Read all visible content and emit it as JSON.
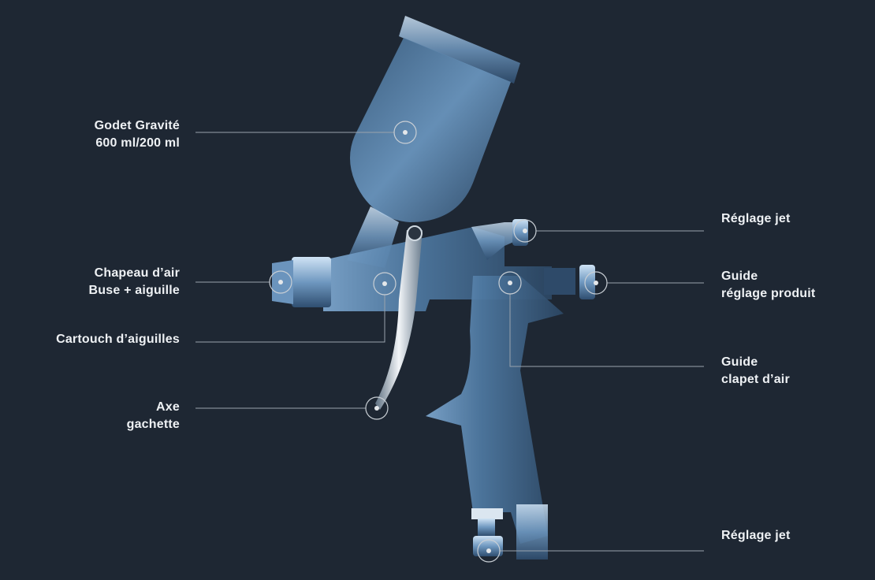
{
  "colors": {
    "background": "#1e2733",
    "text": "#eef1f4",
    "leader": "#9aa3ad",
    "gun": "#5b86b0"
  },
  "callouts": {
    "godet": {
      "line1": "Godet Gravité",
      "line2": "600 ml/200 ml"
    },
    "chapeau": {
      "line1": "Chapeau d’air",
      "line2": "Buse + aiguille"
    },
    "cartouch": {
      "line1": "Cartouch d’aiguilles"
    },
    "axe": {
      "line1": "Axe",
      "line2": "gachette"
    },
    "reglage_top": {
      "line1": "Réglage jet"
    },
    "guide_produit": {
      "line1": "Guide",
      "line2": "réglage produit"
    },
    "guide_air": {
      "line1": "Guide",
      "line2": "clapet d’air"
    },
    "reglage_bottom": {
      "line1": "Réglage jet"
    }
  }
}
